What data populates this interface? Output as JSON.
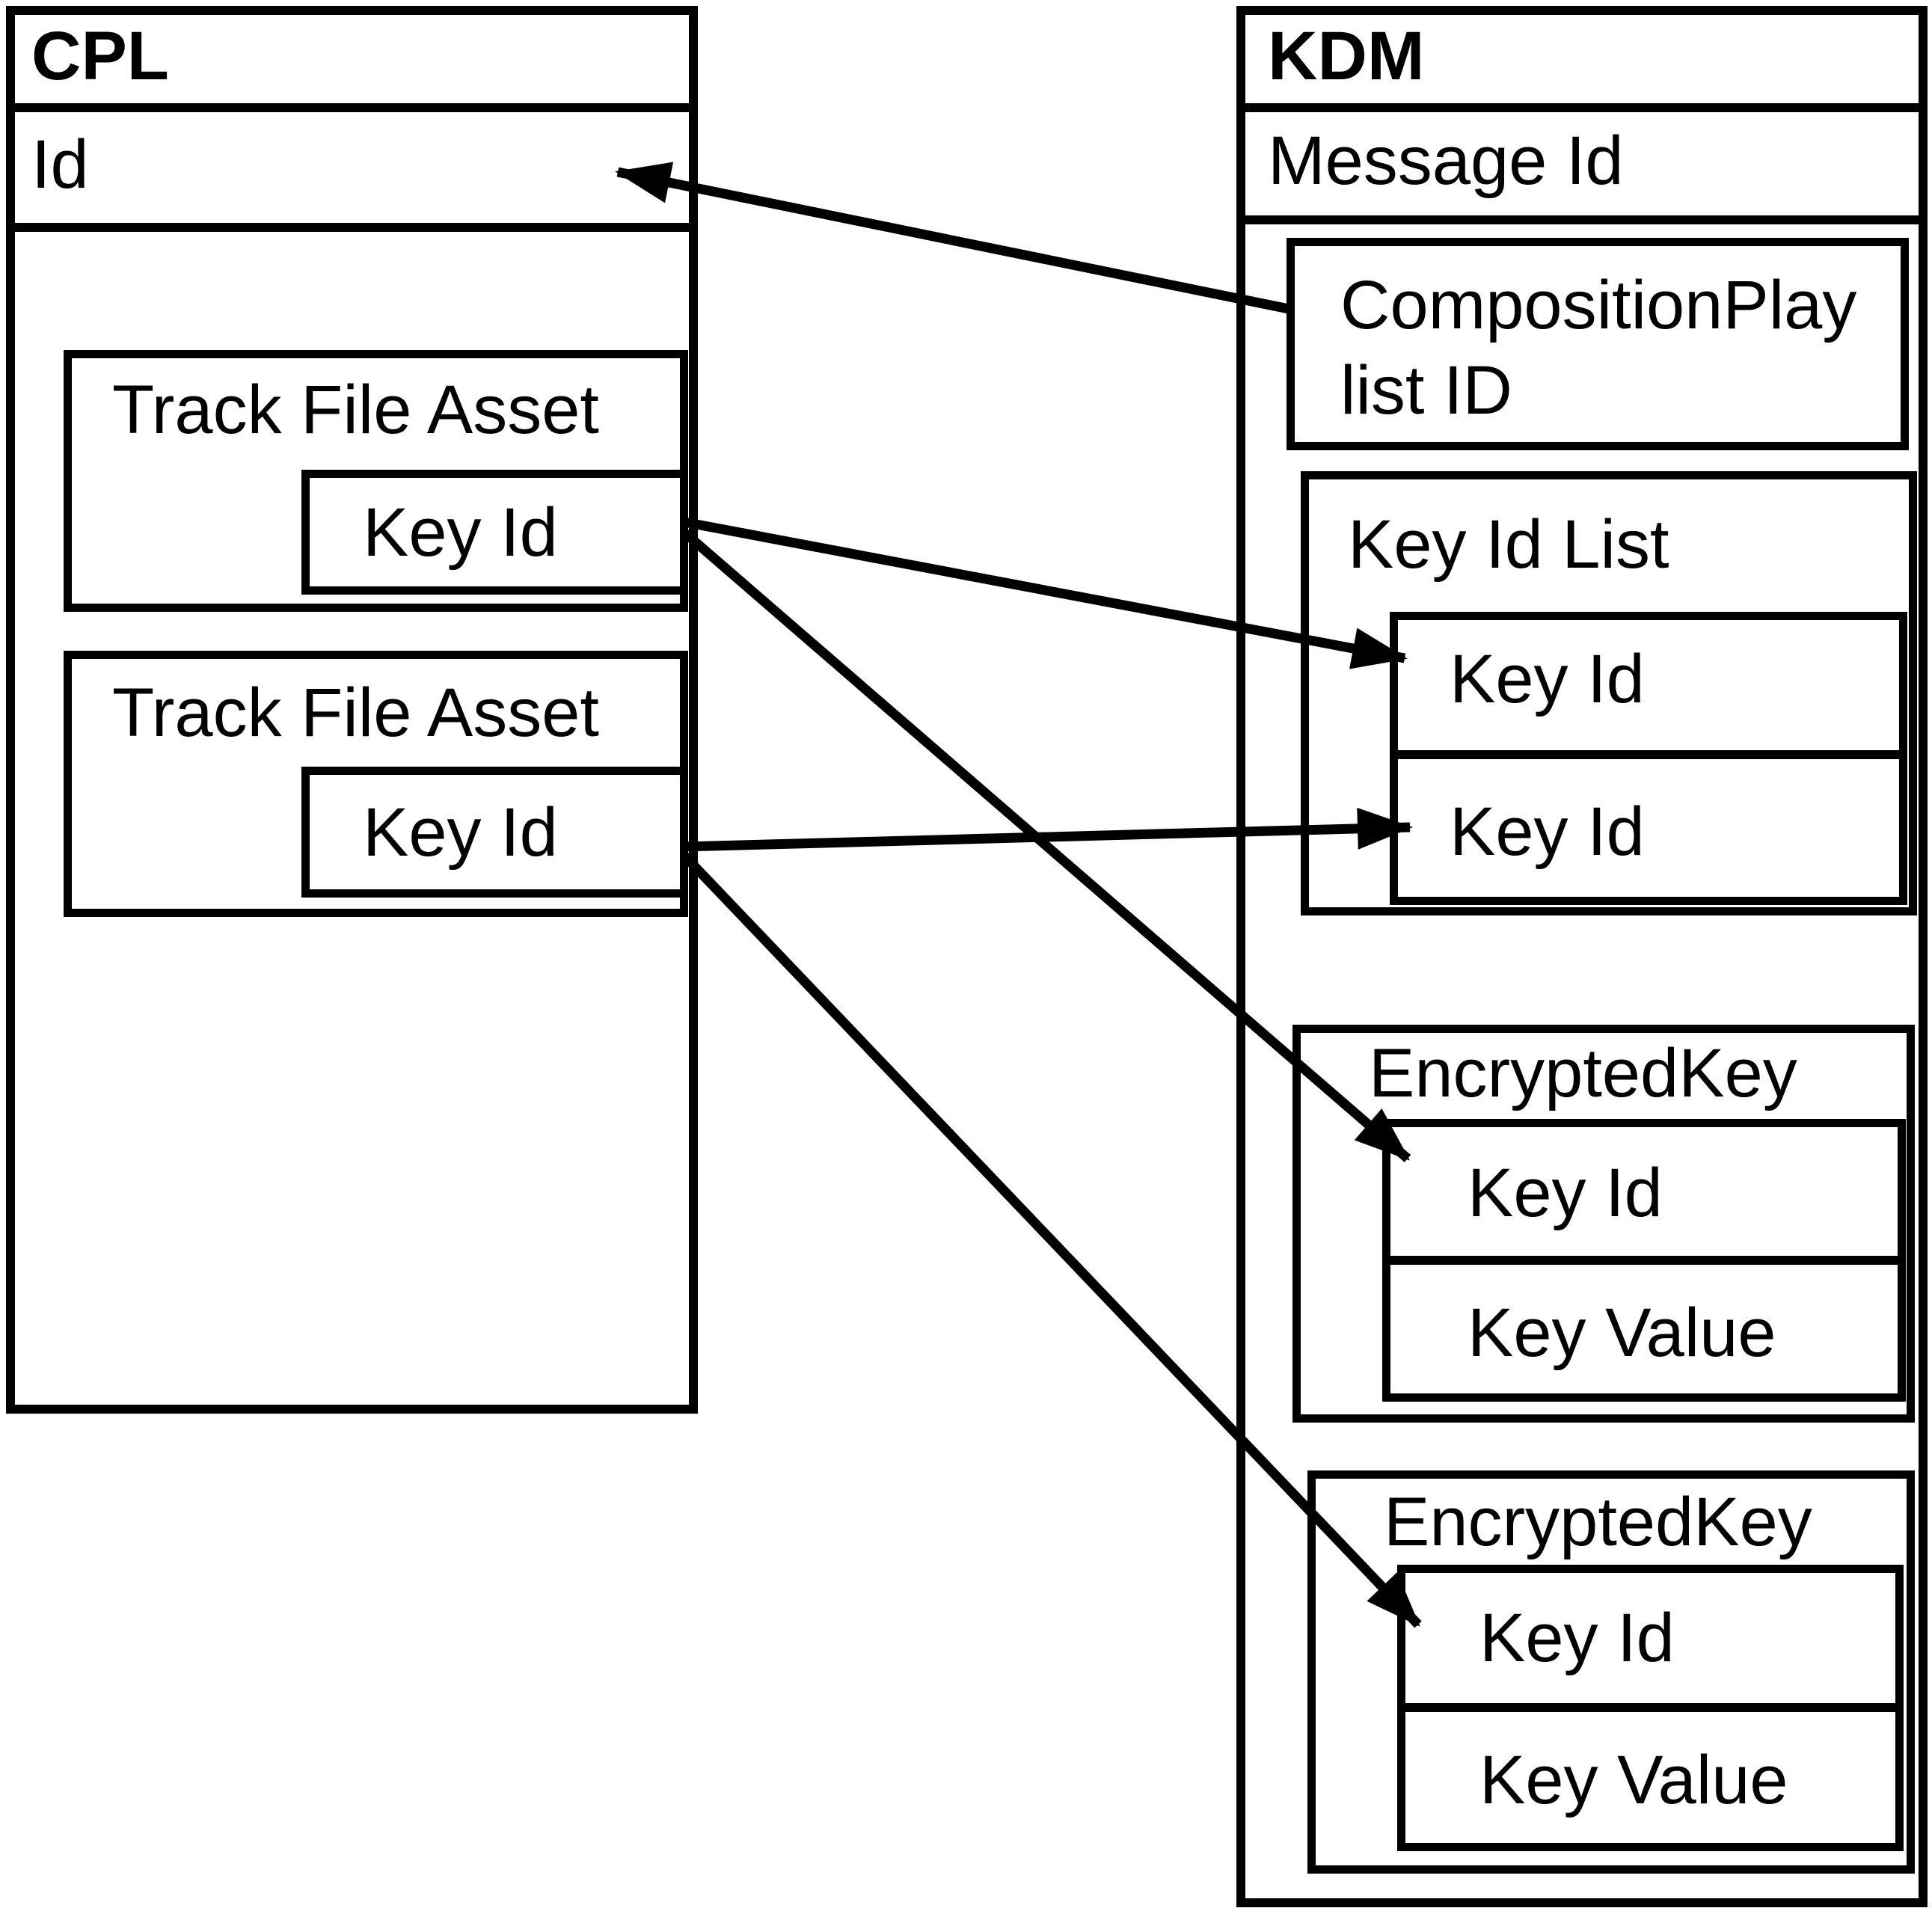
{
  "diagram": {
    "cpl": {
      "title": "CPL",
      "id_label": "Id",
      "track_file_assets": [
        {
          "label": "Track File Asset",
          "key_id_label": "Key Id"
        },
        {
          "label": "Track File Asset",
          "key_id_label": "Key Id"
        }
      ]
    },
    "kdm": {
      "title": "KDM",
      "message_id_label": "Message Id",
      "composition_playlist": {
        "line1_left": "Composition",
        "line1_right": "Play",
        "line2": "list ID"
      },
      "key_id_list": {
        "label": "Key Id List",
        "items": [
          "Key Id",
          "Key Id"
        ]
      },
      "encrypted_keys": [
        {
          "label": "EncryptedKey",
          "key_id_label": "Key Id",
          "key_value_label": "Key Value"
        },
        {
          "label": "EncryptedKey",
          "key_id_label": "Key Id",
          "key_value_label": "Key Value"
        }
      ]
    },
    "colors": {
      "stroke": "#000000",
      "background": "#ffffff"
    }
  }
}
